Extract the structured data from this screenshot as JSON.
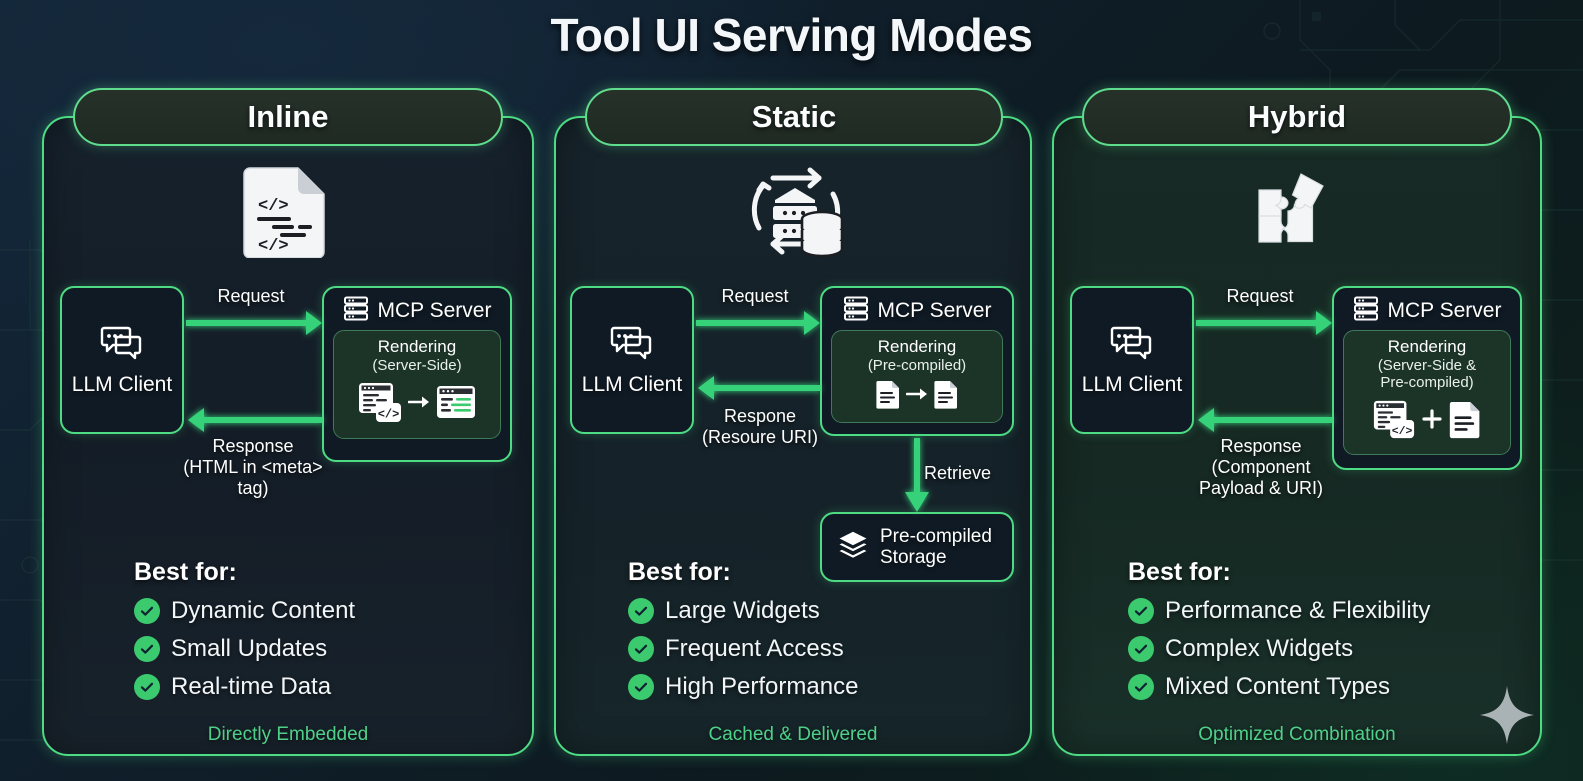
{
  "title": "Tool UI Serving Modes",
  "colors": {
    "accent_green": "#4ddb83",
    "check_green": "#3bcb6e",
    "footnote_green": "#4fd089",
    "panel_bg": "#16212c",
    "box_bg": "#101a24",
    "render_bg": "#1c3328",
    "text_white": "#ffffff"
  },
  "panels": [
    {
      "id": "inline",
      "header": "Inline",
      "top_icon": "code-document-icon",
      "client": {
        "icon": "chat-bubbles-icon",
        "label": "LLM\nClient"
      },
      "server": {
        "icon": "server-rack-icon",
        "label": "MCP Server",
        "render_title": "Rendering",
        "render_sub": "(Server-Side)",
        "render_icons": "browser-window-code-icon arrow-right-icon browser-window-icon"
      },
      "arrows": {
        "request": "Request",
        "response": "Response\n(HTML in <meta>\ntag)"
      },
      "best_for_title": "Best for:",
      "best_for": [
        "Dynamic Content",
        "Small Updates",
        "Real-time Data"
      ],
      "footnote": "Directly Embedded"
    },
    {
      "id": "static",
      "header": "Static",
      "top_icon": "server-database-sync-icon",
      "client": {
        "icon": "chat-bubbles-icon",
        "label": "LLM\nClient"
      },
      "server": {
        "icon": "server-rack-icon",
        "label": "MCP Server",
        "render_title": "Rendering",
        "render_sub": "(Pre-compiled)",
        "render_icons": "document-icon arrow-right-icon document-icon"
      },
      "arrows": {
        "request": "Request",
        "response": "Respone\n(Resoure URI)",
        "retrieve": "Retrieve"
      },
      "storage": {
        "icon": "layers-stack-icon",
        "label": "Pre-compiled\nStorage"
      },
      "best_for_title": "Best for:",
      "best_for": [
        "Large Widgets",
        "Frequent Access",
        "High Performance"
      ],
      "footnote": "Cached & Delivered"
    },
    {
      "id": "hybrid",
      "header": "Hybrid",
      "top_icon": "puzzle-pieces-icon",
      "client": {
        "icon": "chat-bubbles-icon",
        "label": "LLM\nClient"
      },
      "server": {
        "icon": "server-rack-icon",
        "label": "MCP Server",
        "render_title": "Rendering",
        "render_sub": "(Server-Side &\nPre-compiled)",
        "render_icons": "browser-window-code-icon plus-icon document-icon"
      },
      "arrows": {
        "request": "Request",
        "response": "Response\n(Component\nPayload & URI)"
      },
      "best_for_title": "Best for:",
      "best_for": [
        "Performance & Flexibility",
        "Complex Widgets",
        "Mixed Content Types"
      ],
      "footnote": "Optimized Combination"
    }
  ]
}
